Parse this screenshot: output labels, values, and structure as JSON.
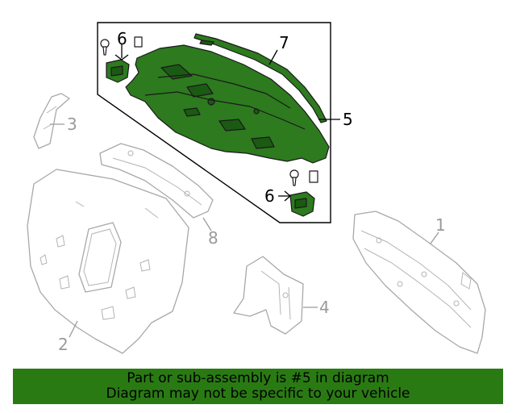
{
  "colors": {
    "highlight_fill": "#2d7a1f",
    "highlight_dark": "#1b5a12",
    "ghost_stroke": "#a8a8a8",
    "banner_bg": "#2a7a14",
    "callout_active": "#000000",
    "callout_inactive": "#9a9a9a"
  },
  "callouts": {
    "c1": "1",
    "c2": "2",
    "c3": "3",
    "c4": "4",
    "c5": "5",
    "c6a": "6",
    "c6b": "6",
    "c7": "7",
    "c8": "8"
  },
  "banner": {
    "line1": "Part or sub-assembly is #5 in diagram",
    "line2": "Diagram may not be specific to your vehicle"
  }
}
